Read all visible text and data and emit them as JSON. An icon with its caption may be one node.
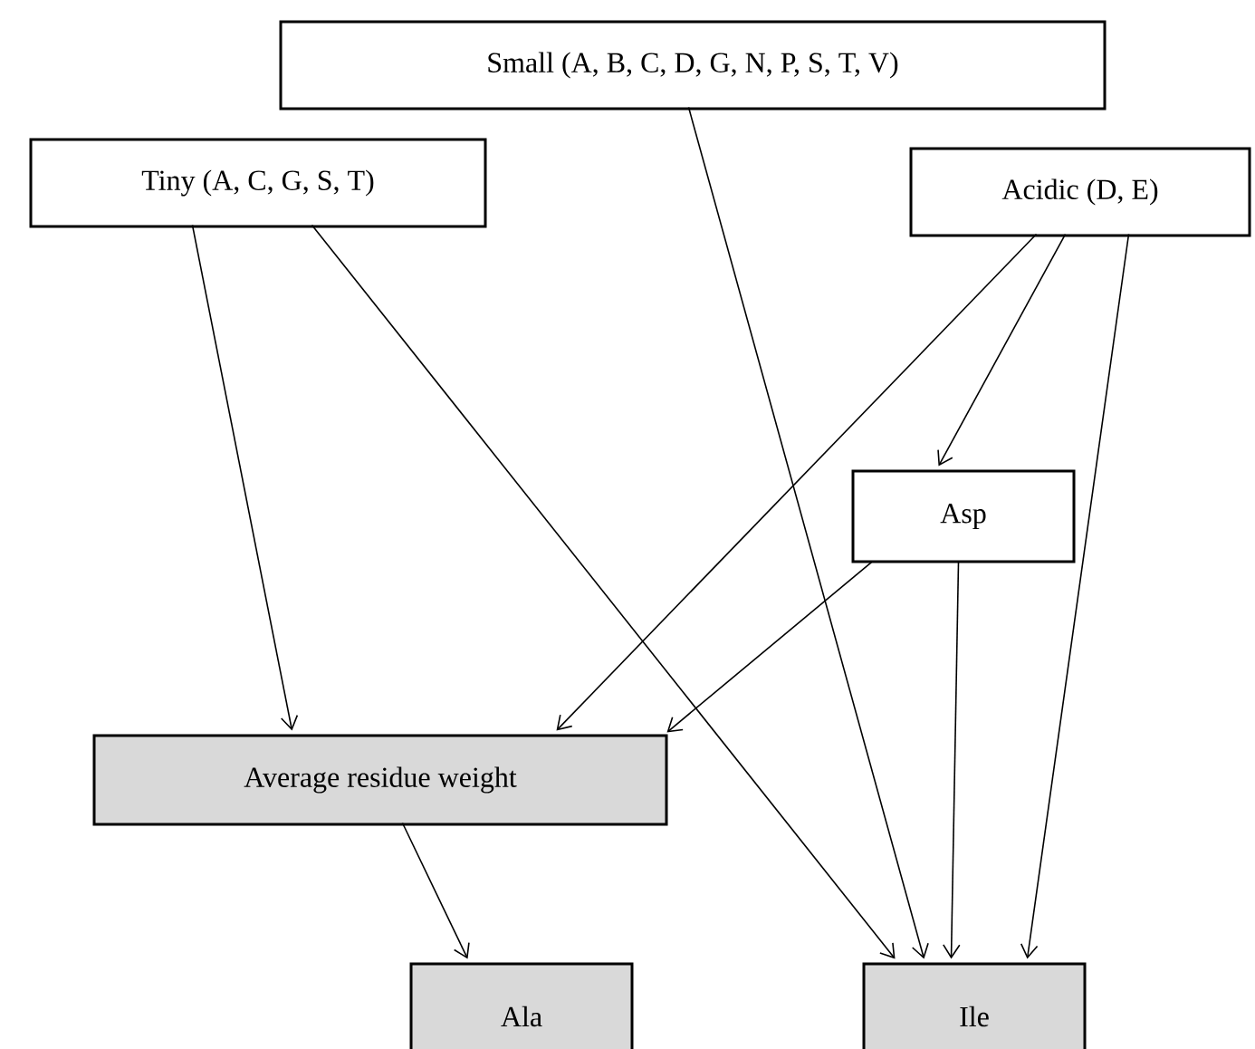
{
  "diagram": {
    "nodes": [
      {
        "text": [
          "Small (A, B, C, D, G, N, P, S, T, V)"
        ]
      },
      {
        "text": [
          "Tiny (A, C, G, S, T)"
        ]
      },
      {
        "text": [
          "Acidic (D, E)"
        ]
      },
      {
        "text": [
          "Asp"
        ]
      },
      {
        "text": [
          "Average residue weight"
        ]
      },
      {
        "text": [
          "Ala"
        ]
      },
      {
        "text": [
          "Ile"
        ]
      }
    ],
    "edges": [
      {
        "from": 1,
        "to": 4,
        "arrow": "to"
      },
      {
        "from": 1,
        "to": 6,
        "arrow": "to"
      },
      {
        "from": 0,
        "to": 6,
        "arrow": "to"
      },
      {
        "from": 2,
        "to": 4,
        "arrow": "to"
      },
      {
        "from": 2,
        "to": 3,
        "arrow": "to"
      },
      {
        "from": 2,
        "to": 6,
        "arrow": "to"
      },
      {
        "from": 3,
        "to": 4,
        "arrow": "to"
      },
      {
        "from": 3,
        "to": 6,
        "arrow": "to"
      },
      {
        "from": 4,
        "to": 5,
        "arrow": "to"
      }
    ]
  }
}
